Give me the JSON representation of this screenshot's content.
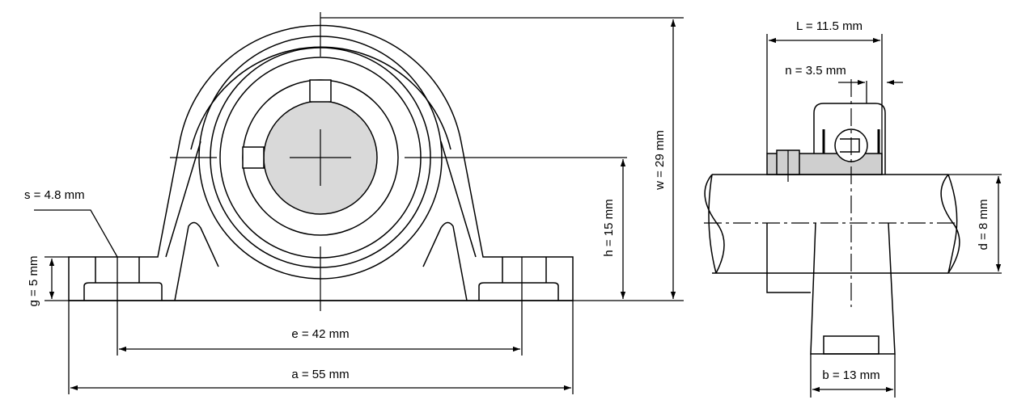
{
  "dimensions": {
    "s": "s = 4.8 mm",
    "g": "g = 5 mm",
    "e": "e = 42 mm",
    "a": "a = 55 mm",
    "h": "h = 15 mm",
    "w": "w = 29 mm",
    "L": "L = 11.5 mm",
    "n": "n = 3.5 mm",
    "d": "d = 8 mm",
    "b": "b = 13 mm"
  },
  "colors": {
    "line": "#000000",
    "shaft_fill": "#d9d9d9",
    "insert_fill": "#cfcfcf"
  }
}
